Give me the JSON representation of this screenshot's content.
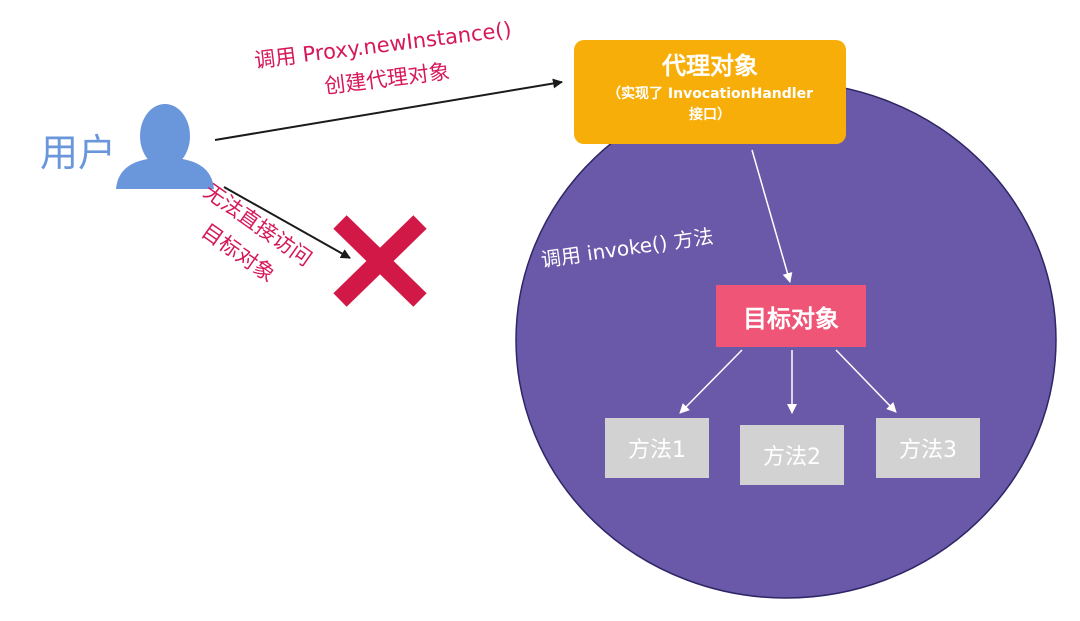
{
  "user": {
    "label": "用户"
  },
  "proxy_call": {
    "line1": "调用 Proxy.newInstance()",
    "line2": "创建代理对象"
  },
  "no_access": {
    "line1": "无法直接访问",
    "line2": "目标对象"
  },
  "proxy_object": {
    "title": "代理对象",
    "subtitle_line1": "（实现了 InvocationHandler",
    "subtitle_line2": "接口）"
  },
  "invoke_call": {
    "label": "调用 invoke() 方法"
  },
  "target_object": {
    "label": "目标对象"
  },
  "methods": [
    {
      "label": "方法1"
    },
    {
      "label": "方法2"
    },
    {
      "label": "方法3"
    }
  ],
  "colors": {
    "circle": "#6a58a9",
    "user_icon": "#6a97dc",
    "proxy_box": "#f7ae08",
    "target_box": "#ee5576",
    "method_box": "#d2d2d2",
    "red_text": "#d6185a",
    "cross": "#d21846"
  }
}
